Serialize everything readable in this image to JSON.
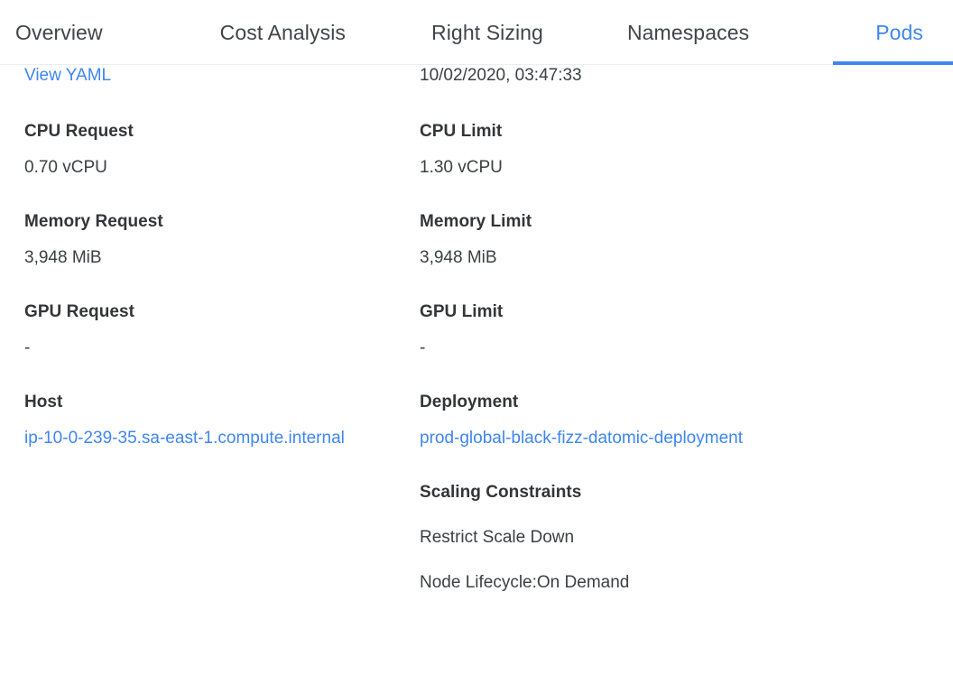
{
  "tabs": [
    {
      "label": "Overview",
      "active": false,
      "name": "tab-overview"
    },
    {
      "label": "Cost Analysis",
      "active": false,
      "name": "tab-cost-analysis"
    },
    {
      "label": "Right Sizing",
      "active": false,
      "name": "tab-right-sizing"
    },
    {
      "label": "Namespaces",
      "active": false,
      "name": "tab-namespaces"
    },
    {
      "label": "Pods",
      "active": true,
      "name": "tab-pods"
    }
  ],
  "colors": {
    "accent": "#3f86f0",
    "link": "#3f86f0",
    "label": "#333537",
    "value": "#3c4043",
    "divider": "#eceff1"
  },
  "detail": {
    "view_yaml_label": "View YAML",
    "timestamp": "10/02/2020, 03:47:33",
    "left": {
      "cpu_request_label": "CPU Request",
      "cpu_request_value": "0.70 vCPU",
      "memory_request_label": "Memory Request",
      "memory_request_value": "3,948 MiB",
      "gpu_request_label": "GPU Request",
      "gpu_request_value": "-",
      "host_label": "Host",
      "host_value": "ip-10-0-239-35.sa-east-1.compute.internal"
    },
    "right": {
      "cpu_limit_label": "CPU Limit",
      "cpu_limit_value": "1.30 vCPU",
      "memory_limit_label": "Memory Limit",
      "memory_limit_value": "3,948 MiB",
      "gpu_limit_label": "GPU Limit",
      "gpu_limit_value": "-",
      "deployment_label": "Deployment",
      "deployment_value": "prod-global-black-fizz-datomic-deployment",
      "scaling_constraints_label": "Scaling Constraints",
      "restrict_scale_down": "Restrict Scale Down",
      "node_lifecycle": "Node Lifecycle:On Demand"
    }
  }
}
